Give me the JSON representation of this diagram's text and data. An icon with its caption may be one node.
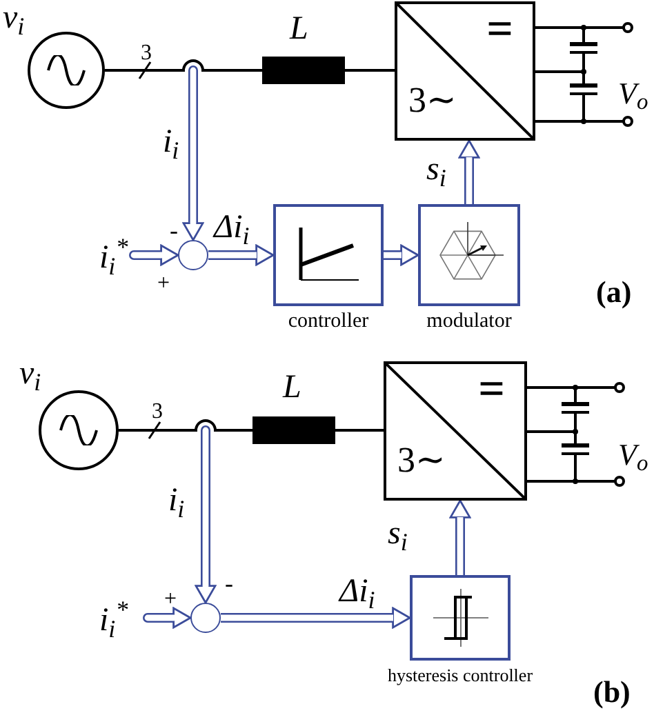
{
  "diagram": {
    "nodes": [
      {
        "text": [],
        "shape": "circle",
        "beside": [
          "v$_{i}$"
        ]
      },
      {
        "text": [],
        "shape": "bar",
        "beside": [
          "L"
        ]
      },
      {
        "text": [
          "=",
          "3∼"
        ]
      },
      {
        "text": [],
        "shape": "circle"
      },
      {
        "text": [
          "controller"
        ]
      },
      {
        "text": [
          "modulator"
        ]
      },
      {
        "text": [],
        "shape": "circle",
        "beside": [
          "v$_{i}$"
        ]
      },
      {
        "text": [],
        "shape": "bar",
        "beside": [
          "L"
        ]
      },
      {
        "text": [
          "=",
          "3∼"
        ]
      },
      {
        "text": [],
        "shape": "circle"
      },
      {
        "text": [
          "hysteresis controller"
        ]
      }
    ],
    "edges": [
      {
        "from": 0,
        "to": 1,
        "arrow": "none",
        "label": "3",
        "color": "#000000"
      },
      {
        "from": 1,
        "to": 2,
        "arrow": "none",
        "color": "#000000"
      },
      {
        "from": null,
        "to": 3,
        "arrow": "to",
        "label": "i$_{i}$"
      },
      {
        "from": null,
        "to": 3,
        "arrow": "to",
        "label": "i$_{i}$$^{*}$"
      },
      {
        "from": 3,
        "to": 4,
        "arrow": "to",
        "label": "Δi$_{i}$"
      },
      {
        "from": 4,
        "to": 5,
        "arrow": "to"
      },
      {
        "from": 5,
        "to": 2,
        "arrow": "to",
        "label": "s$_{i}$"
      },
      {
        "from": 6,
        "to": 7,
        "arrow": "none",
        "label": "3",
        "color": "#000000"
      },
      {
        "from": 7,
        "to": 8,
        "arrow": "none",
        "color": "#000000"
      },
      {
        "from": null,
        "to": 9,
        "arrow": "to",
        "label": "i$_{i}$"
      },
      {
        "from": null,
        "to": 9,
        "arrow": "to",
        "label": "i$_{i}$$^{*}$"
      },
      {
        "from": 9,
        "to": 10,
        "arrow": "to",
        "label": "Δi$_{i}$"
      },
      {
        "from": 10,
        "to": 8,
        "arrow": "to",
        "label": "s$_{i}$"
      }
    ],
    "labels": [
      "-",
      "+",
      "V$_{o}$",
      "(a)",
      "+",
      "-",
      "V$_{o}$",
      "(b)"
    ]
  }
}
